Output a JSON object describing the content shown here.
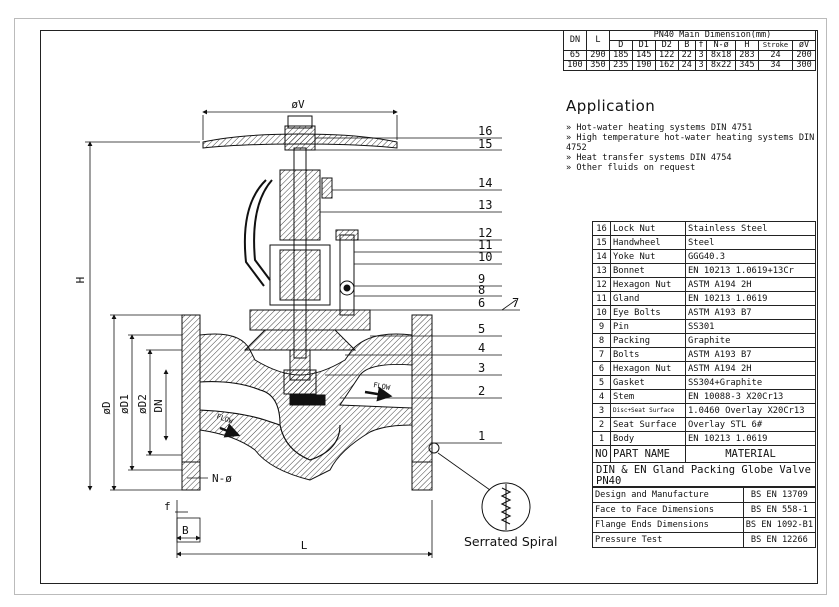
{
  "dimension_table": {
    "group_header": "PN40 Main Dimension(mm)",
    "columns": [
      "DN",
      "L",
      "D",
      "D1",
      "D2",
      "B",
      "f",
      "N-ø",
      "H",
      "Stroke",
      "øV"
    ],
    "rows": [
      [
        "65",
        "290",
        "185",
        "145",
        "122",
        "22",
        "3",
        "8x18",
        "283",
        "24",
        "200"
      ],
      [
        "100",
        "350",
        "235",
        "190",
        "162",
        "24",
        "3",
        "8x22",
        "345",
        "34",
        "300"
      ]
    ]
  },
  "application": {
    "title": "Application",
    "items": [
      "Hot-water heating systems DIN 4751",
      "High temperature hot-water heating systems DIN 4752",
      "Heat transfer systems DIN 4754",
      "Other fluids on request"
    ]
  },
  "materials": {
    "header": {
      "no": "NO",
      "name": "PART NAME",
      "material": "MATERIAL"
    },
    "rows": [
      {
        "no": "16",
        "name": "Lock Nut",
        "material": "Stainless Steel"
      },
      {
        "no": "15",
        "name": "Handwheel",
        "material": "Steel"
      },
      {
        "no": "14",
        "name": "Yoke Nut",
        "material": "GGG40.3"
      },
      {
        "no": "13",
        "name": "Bonnet",
        "material": "EN 10213 1.0619+13Cr"
      },
      {
        "no": "12",
        "name": "Hexagon Nut",
        "material": "ASTM A194 2H"
      },
      {
        "no": "11",
        "name": "Gland",
        "material": "EN 10213 1.0619"
      },
      {
        "no": "10",
        "name": "Eye Bolts",
        "material": "ASTM A193 B7"
      },
      {
        "no": "9",
        "name": "Pin",
        "material": "SS301"
      },
      {
        "no": "8",
        "name": "Packing",
        "material": "Graphite"
      },
      {
        "no": "7",
        "name": "Bolts",
        "material": "ASTM A193 B7"
      },
      {
        "no": "6",
        "name": "Hexagon Nut",
        "material": "ASTM A194 2H"
      },
      {
        "no": "5",
        "name": "Gasket",
        "material": "SS304+Graphite"
      },
      {
        "no": "4",
        "name": "Stem",
        "material": "EN 10088-3 X20Cr13"
      },
      {
        "no": "3",
        "name": "Disc+Seat Surface",
        "material": "1.0460 Overlay X20Cr13"
      },
      {
        "no": "2",
        "name": "Seat Surface",
        "material": "Overlay STL 6#"
      },
      {
        "no": "1",
        "name": "Body",
        "material": "EN 10213 1.0619"
      }
    ]
  },
  "spec_title": "DIN & EN Gland Packing Globe Valve PN40",
  "standards": [
    {
      "item": "Design and Manufacture",
      "code": "BS EN 13709"
    },
    {
      "item": "Face to Face Dimensions",
      "code": "BS EN 558-1"
    },
    {
      "item": "Flange Ends Dimensions",
      "code": "BS EN 1092-B1"
    },
    {
      "item": "Pressure Test",
      "code": "BS EN 12266"
    }
  ],
  "drawing": {
    "dim_labels": {
      "v": "øV",
      "h": "H",
      "d": "øD",
      "d1": "øD1",
      "d2": "øD2",
      "dn": "DN",
      "n": "N-ø",
      "f": "f",
      "b": "B",
      "l": "L"
    },
    "callouts": [
      "16",
      "15",
      "14",
      "13",
      "12",
      "11",
      "10",
      "9",
      "8",
      "6",
      "7",
      "5",
      "4",
      "3",
      "2",
      "1"
    ],
    "flow_label": "FLOW",
    "detail_caption": "Serrated Spiral"
  }
}
